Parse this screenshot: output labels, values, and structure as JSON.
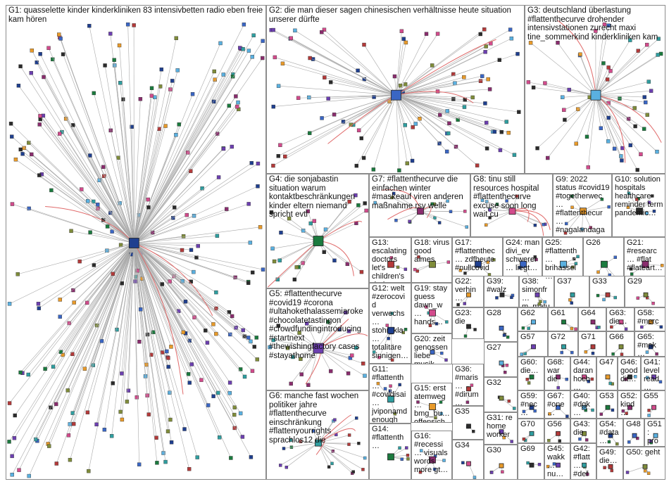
{
  "groups": [
    {
      "id": "G1",
      "label": "G1: quasselette kinder kinderkliniken 83 intensivbetten radio eben freie kam hören"
    },
    {
      "id": "G2",
      "label": "G2: die man dieser sagen chinesischen verhältnisse heute situation unserer dürfte"
    },
    {
      "id": "G3",
      "label": "G3: deutschland überlastung #flattenthecurve drohender intensivstationen zurecht maxi tine_sommerkind kinderkliniken kam"
    },
    {
      "id": "G4",
      "label": "G4: die sonjabastin situation warum kontaktbeschränkungen kinder eltern niemand spricht evtl"
    },
    {
      "id": "G7",
      "label": "G7: #flattenthecurve die einfachen winter #maskeauf viren anderen maßnahme rsv welle"
    },
    {
      "id": "G8",
      "label": "G8: tinu still resources hospital #flattenthecurve excuse soon long wait cu"
    },
    {
      "id": "G9",
      "label": "G9: 2022 status #covid19 #togetherwec… #flattenthecur… #nagalandaga…"
    },
    {
      "id": "G10",
      "label": "G10: solution hospitals healthcare reminder term pandemic…"
    },
    {
      "id": "G5",
      "label": "G5: #flattenthecurve #covid19 #corona #ultahokethalassemiaroke #chocolatetastingon #crowdfundingintroducing #startnext #thewishingfactory cases #stayathome"
    },
    {
      "id": "G6",
      "label": "G6: manche fast wochen politiker jahre #flattenthecurve einschränkung #flattenyourrights sprachlos12 die"
    },
    {
      "id": "G13",
      "label": "G13: escalating doctors let's children's during…"
    },
    {
      "id": "G18",
      "label": "G18: virus good aimes"
    },
    {
      "id": "G17",
      "label": "G17: #flattenthec… zdfheute #nullcovid"
    },
    {
      "id": "G24",
      "label": "G24: man divi_ev schwerer… liegt…"
    },
    {
      "id": "G25",
      "label": "G25: #flattenth… brihassel…"
    },
    {
      "id": "G26",
      "label": "G26"
    },
    {
      "id": "G21",
      "label": "G21: #researc… #flat #flateart…"
    },
    {
      "id": "G19",
      "label": "G19: stay guess dawn_w… hands…"
    },
    {
      "id": "G22",
      "label": "G22: verhin…"
    },
    {
      "id": "G39",
      "label": "G39: #walz"
    },
    {
      "id": "G38",
      "label": "G38: simonfr… m_matu…"
    },
    {
      "id": "G37",
      "label": "G37"
    },
    {
      "id": "G33",
      "label": "G33"
    },
    {
      "id": "G29",
      "label": "G29"
    },
    {
      "id": "G12",
      "label": "G12: welt #zerocovid verwechs… stohr_kla… totalitäre sinnigen…"
    },
    {
      "id": "G28",
      "label": "G28"
    },
    {
      "id": "G62",
      "label": "G62"
    },
    {
      "id": "G61",
      "label": "G61"
    },
    {
      "id": "G64",
      "label": "G64"
    },
    {
      "id": "G63",
      "label": "G63: die…"
    },
    {
      "id": "G58",
      "label": "G58: #merc…"
    },
    {
      "id": "G23",
      "label": "G23: die"
    },
    {
      "id": "G57",
      "label": "G57"
    },
    {
      "id": "G72",
      "label": "G72"
    },
    {
      "id": "G71",
      "label": "G71"
    },
    {
      "id": "G66",
      "label": "G66"
    },
    {
      "id": "G65",
      "label": "G65: #mak…"
    },
    {
      "id": "G20",
      "label": "G20: zeit genossen liebe musik mehr…"
    },
    {
      "id": "G27",
      "label": "G27"
    },
    {
      "id": "G60",
      "label": "G60: die…"
    },
    {
      "id": "G68",
      "label": "G68: war die"
    },
    {
      "id": "G44",
      "label": "G44: daran hoch…"
    },
    {
      "id": "G47",
      "label": "G47"
    },
    {
      "id": "G46",
      "label": "G46: good dit…"
    },
    {
      "id": "G41",
      "label": "G41: level read…"
    },
    {
      "id": "G11",
      "label": "G11: #flattenth… #covidisai… jviponamd enough million…"
    },
    {
      "id": "G36",
      "label": "G36: #maris… #dirum…"
    },
    {
      "id": "G32",
      "label": "G32"
    },
    {
      "id": "G59",
      "label": "G59: #nec… #jew…"
    },
    {
      "id": "G67",
      "label": "G67: #one… #cor…"
    },
    {
      "id": "G40",
      "label": "G40: #dgk… fanta…"
    },
    {
      "id": "G53",
      "label": "G53"
    },
    {
      "id": "G52",
      "label": "G52: kind… inte…"
    },
    {
      "id": "G55",
      "label": "G55"
    },
    {
      "id": "G15",
      "label": "G15: erst atemweg… bmg_bu… offensich…"
    },
    {
      "id": "G35",
      "label": "G35"
    },
    {
      "id": "G31",
      "label": "G31: re home worker…"
    },
    {
      "id": "G70",
      "label": "G70"
    },
    {
      "id": "G56",
      "label": "G56"
    },
    {
      "id": "G43",
      "label": "G43: die"
    },
    {
      "id": "G54",
      "label": "G54: #data…"
    },
    {
      "id": "G48",
      "label": "G48"
    },
    {
      "id": "G51",
      "label": "G51: pro… #st…"
    },
    {
      "id": "G14",
      "label": "G14: #flattenth…"
    },
    {
      "id": "G16",
      "label": "G16: #recessi… visuals words more gt…"
    },
    {
      "id": "G34",
      "label": "G34"
    },
    {
      "id": "G30",
      "label": "G30"
    },
    {
      "id": "G69",
      "label": "G69"
    },
    {
      "id": "G45",
      "label": "G45: wakk… nu…"
    },
    {
      "id": "G42",
      "label": "G42: #flatt… #def…"
    },
    {
      "id": "G49",
      "label": "G49: die…"
    },
    {
      "id": "G50",
      "label": "G50: geht"
    }
  ]
}
